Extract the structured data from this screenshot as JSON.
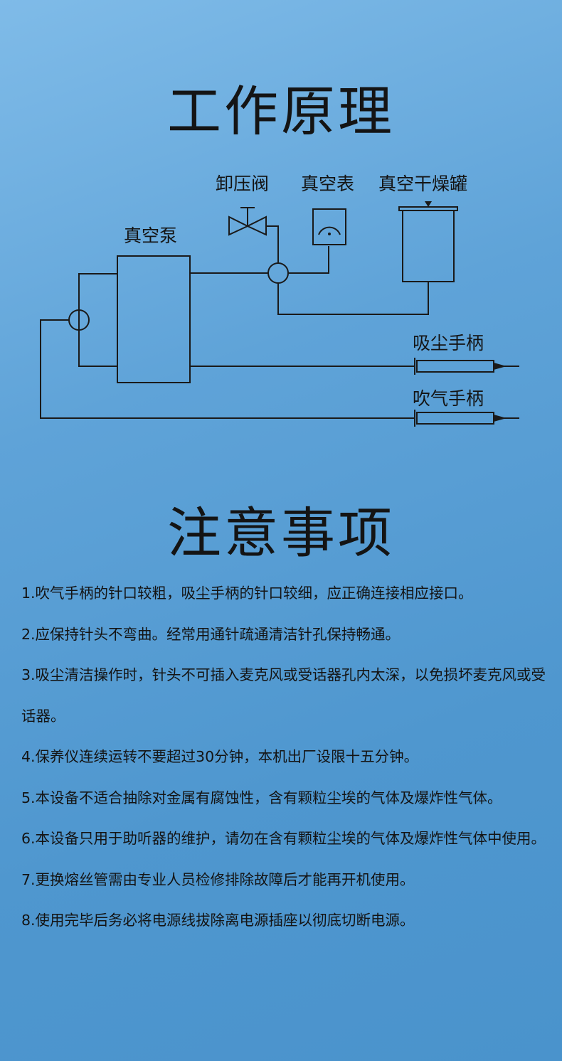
{
  "section_working": {
    "title": "工作原理",
    "labels": {
      "vacuum_pump": "真空泵",
      "relief_valve": "卸压阀",
      "vacuum_gauge": "真空表",
      "vacuum_dryer": "真空干燥罐",
      "suction_handle": "吸尘手柄",
      "blow_handle": "吹气手柄"
    }
  },
  "section_notes": {
    "title": "注意事项",
    "items": [
      "1.吹气手柄的针口较粗，吸尘手柄的针口较细，应正确连接相应接口。",
      "2.应保持针头不弯曲。经常用通针疏通清洁针孔保持畅通。",
      "3.吸尘清洁操作时，针头不可插入麦克风或受话器孔内太深，以免损坏麦克风或受话器。",
      "4.保养仪连续运转不要超过30分钟，本机出厂设限十五分钟。",
      "5.本设备不适合抽除对金属有腐蚀性，含有颗粒尘埃的气体及爆炸性气体。",
      "6.本设备只用于助听器的维护，请勿在含有颗粒尘埃的气体及爆炸性气体中使用。",
      "7.更换熔丝管需由专业人员检修排除故障后才能再开机使用。",
      "8.使用完毕后务必将电源线拔除离电源插座以彻底切断电源。"
    ]
  }
}
